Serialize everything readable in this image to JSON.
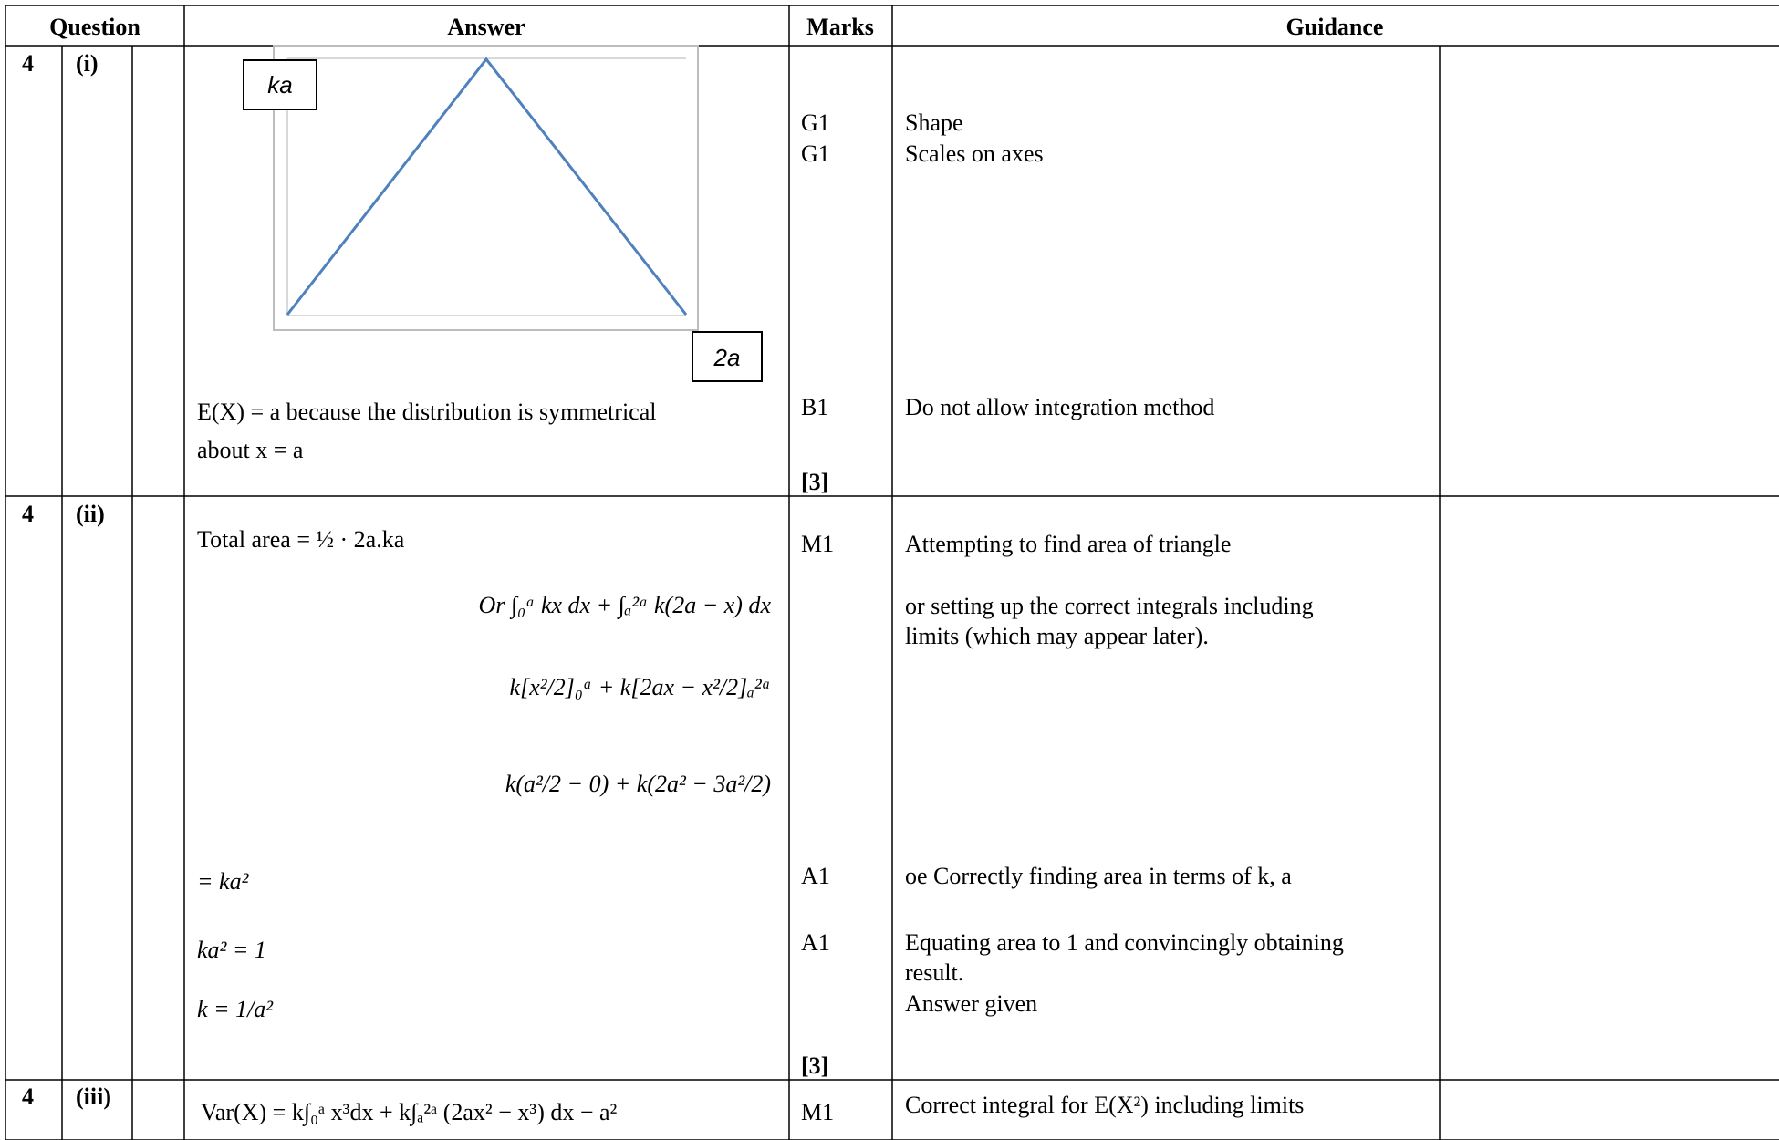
{
  "headers": {
    "question": "Question",
    "answer": "Answer",
    "marks": "Marks",
    "guidance": "Guidance"
  },
  "rows": [
    {
      "number": "4",
      "part": "(i)",
      "graph": {
        "apex_label": "ka",
        "end_label": "2a"
      },
      "expectation_text": "E(X) = a because the distribution is symmetrical",
      "expectation_text_2": "about  x = a",
      "marks": [
        "G1",
        "G1",
        "B1"
      ],
      "total": "[3]",
      "guidance": [
        "Shape",
        "Scales on axes",
        "Do not allow integration method"
      ]
    },
    {
      "number": "4",
      "part": "(ii)",
      "answer_lines": [
        "Total area = ½ · 2a.ka",
        "Or ∫₀ᵃ kx dx + ∫ₐ²ᵃ k(2a − x) dx",
        "k[x²/2]₀ᵃ + k[2ax − x²/2]ₐ²ᵃ",
        "k(a²/2 − 0) + k(2a² − 3a²/2)",
        "= ka²",
        "ka² = 1",
        "k = 1/a²"
      ],
      "marks": [
        "M1",
        "A1",
        "A1"
      ],
      "total": "[3]",
      "guidance": [
        "Attempting to find area of triangle",
        "or setting up the correct integrals including",
        "limits (which may appear later).",
        "oe Correctly finding area in terms of  k, a",
        "Equating area to 1 and convincingly obtaining",
        "result.",
        "Answer given"
      ]
    },
    {
      "number": "4",
      "part": "(iii)",
      "answer_lines": [
        "Var(X) = k∫₀ᵃ x³dx + k∫ₐ²ᵃ (2ax² − x³) dx − a²"
      ],
      "marks": [
        "M1"
      ],
      "guidance": [
        "Correct integral for  E(X²) including limits"
      ]
    }
  ]
}
